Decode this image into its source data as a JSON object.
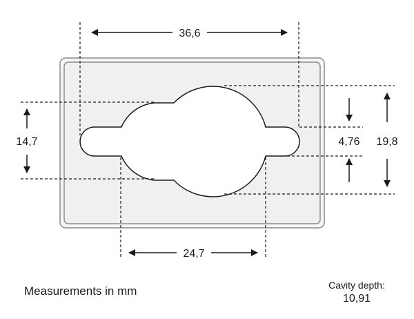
{
  "dimensions": {
    "top_width": "36,6",
    "bottom_width": "24,7",
    "left_height": "14,7",
    "neck_height": "4,76",
    "circle_height": "19,8"
  },
  "footer": {
    "units_note": "Measurements in mm",
    "depth_label": "Cavity depth:",
    "depth_value": "10,91"
  },
  "colors": {
    "stroke": "#1a1a1a",
    "plate_fill": "#f2f2f2",
    "plate_border": "#8c8c8c"
  }
}
